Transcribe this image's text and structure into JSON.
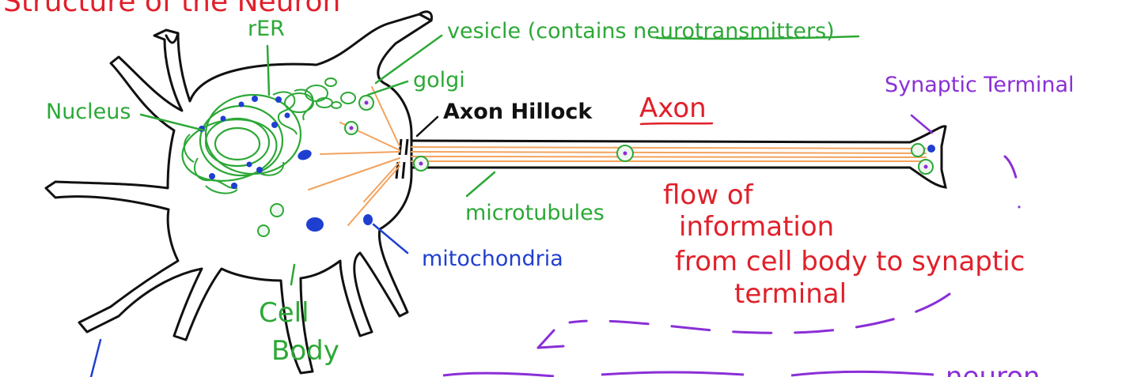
{
  "colors": {
    "red": "#e0202a",
    "green": "#2ca836",
    "blue": "#1f3fd0",
    "purple": "#8a2fd6",
    "orange": "#f2a35e",
    "black": "#111111"
  },
  "title": "Structure of the Neuron",
  "labels": {
    "rer": "rER",
    "vesicle": "vesicle (contains neurotransmitters)",
    "golgi": "golgi",
    "nucleus": "Nucleus",
    "axon_hillock": "Axon Hillock",
    "axon": "Axon",
    "synaptic_terminal": "Synaptic Terminal",
    "microtubules": "microtubules",
    "mitochondria": "mitochondria",
    "cell": "Cell",
    "body": "Body",
    "flow_line1": "flow of",
    "flow_line2": "information",
    "flow_line3": "from cell body to synaptic",
    "flow_line4": "terminal",
    "bottom_partial": "neuron"
  }
}
